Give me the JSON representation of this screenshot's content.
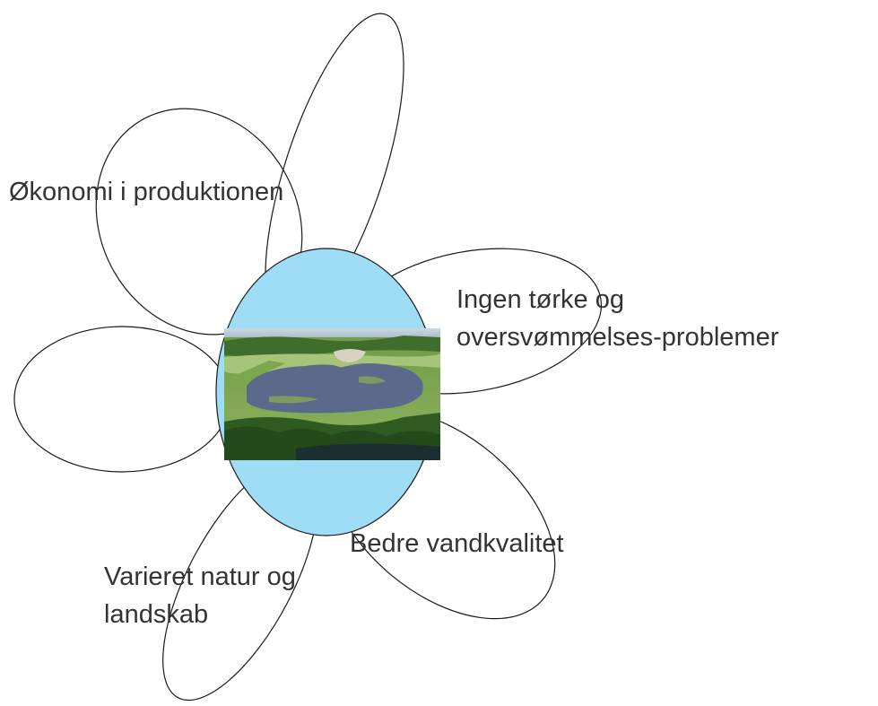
{
  "diagram": {
    "labels": {
      "economy": "Økonomi i produktionen",
      "drought_line1": "Ingen tørke og",
      "drought_line2": "oversvømmelses-problemer",
      "water": "Bedre vandkvalitet",
      "nature_line1": "Varieret natur og",
      "nature_line2": "landskab"
    },
    "center_image": "aerial-wetland-landscape-photo"
  },
  "colors": {
    "center_fill": "#9FDCF5",
    "stroke": "#1a1a1a",
    "text": "#333333"
  }
}
